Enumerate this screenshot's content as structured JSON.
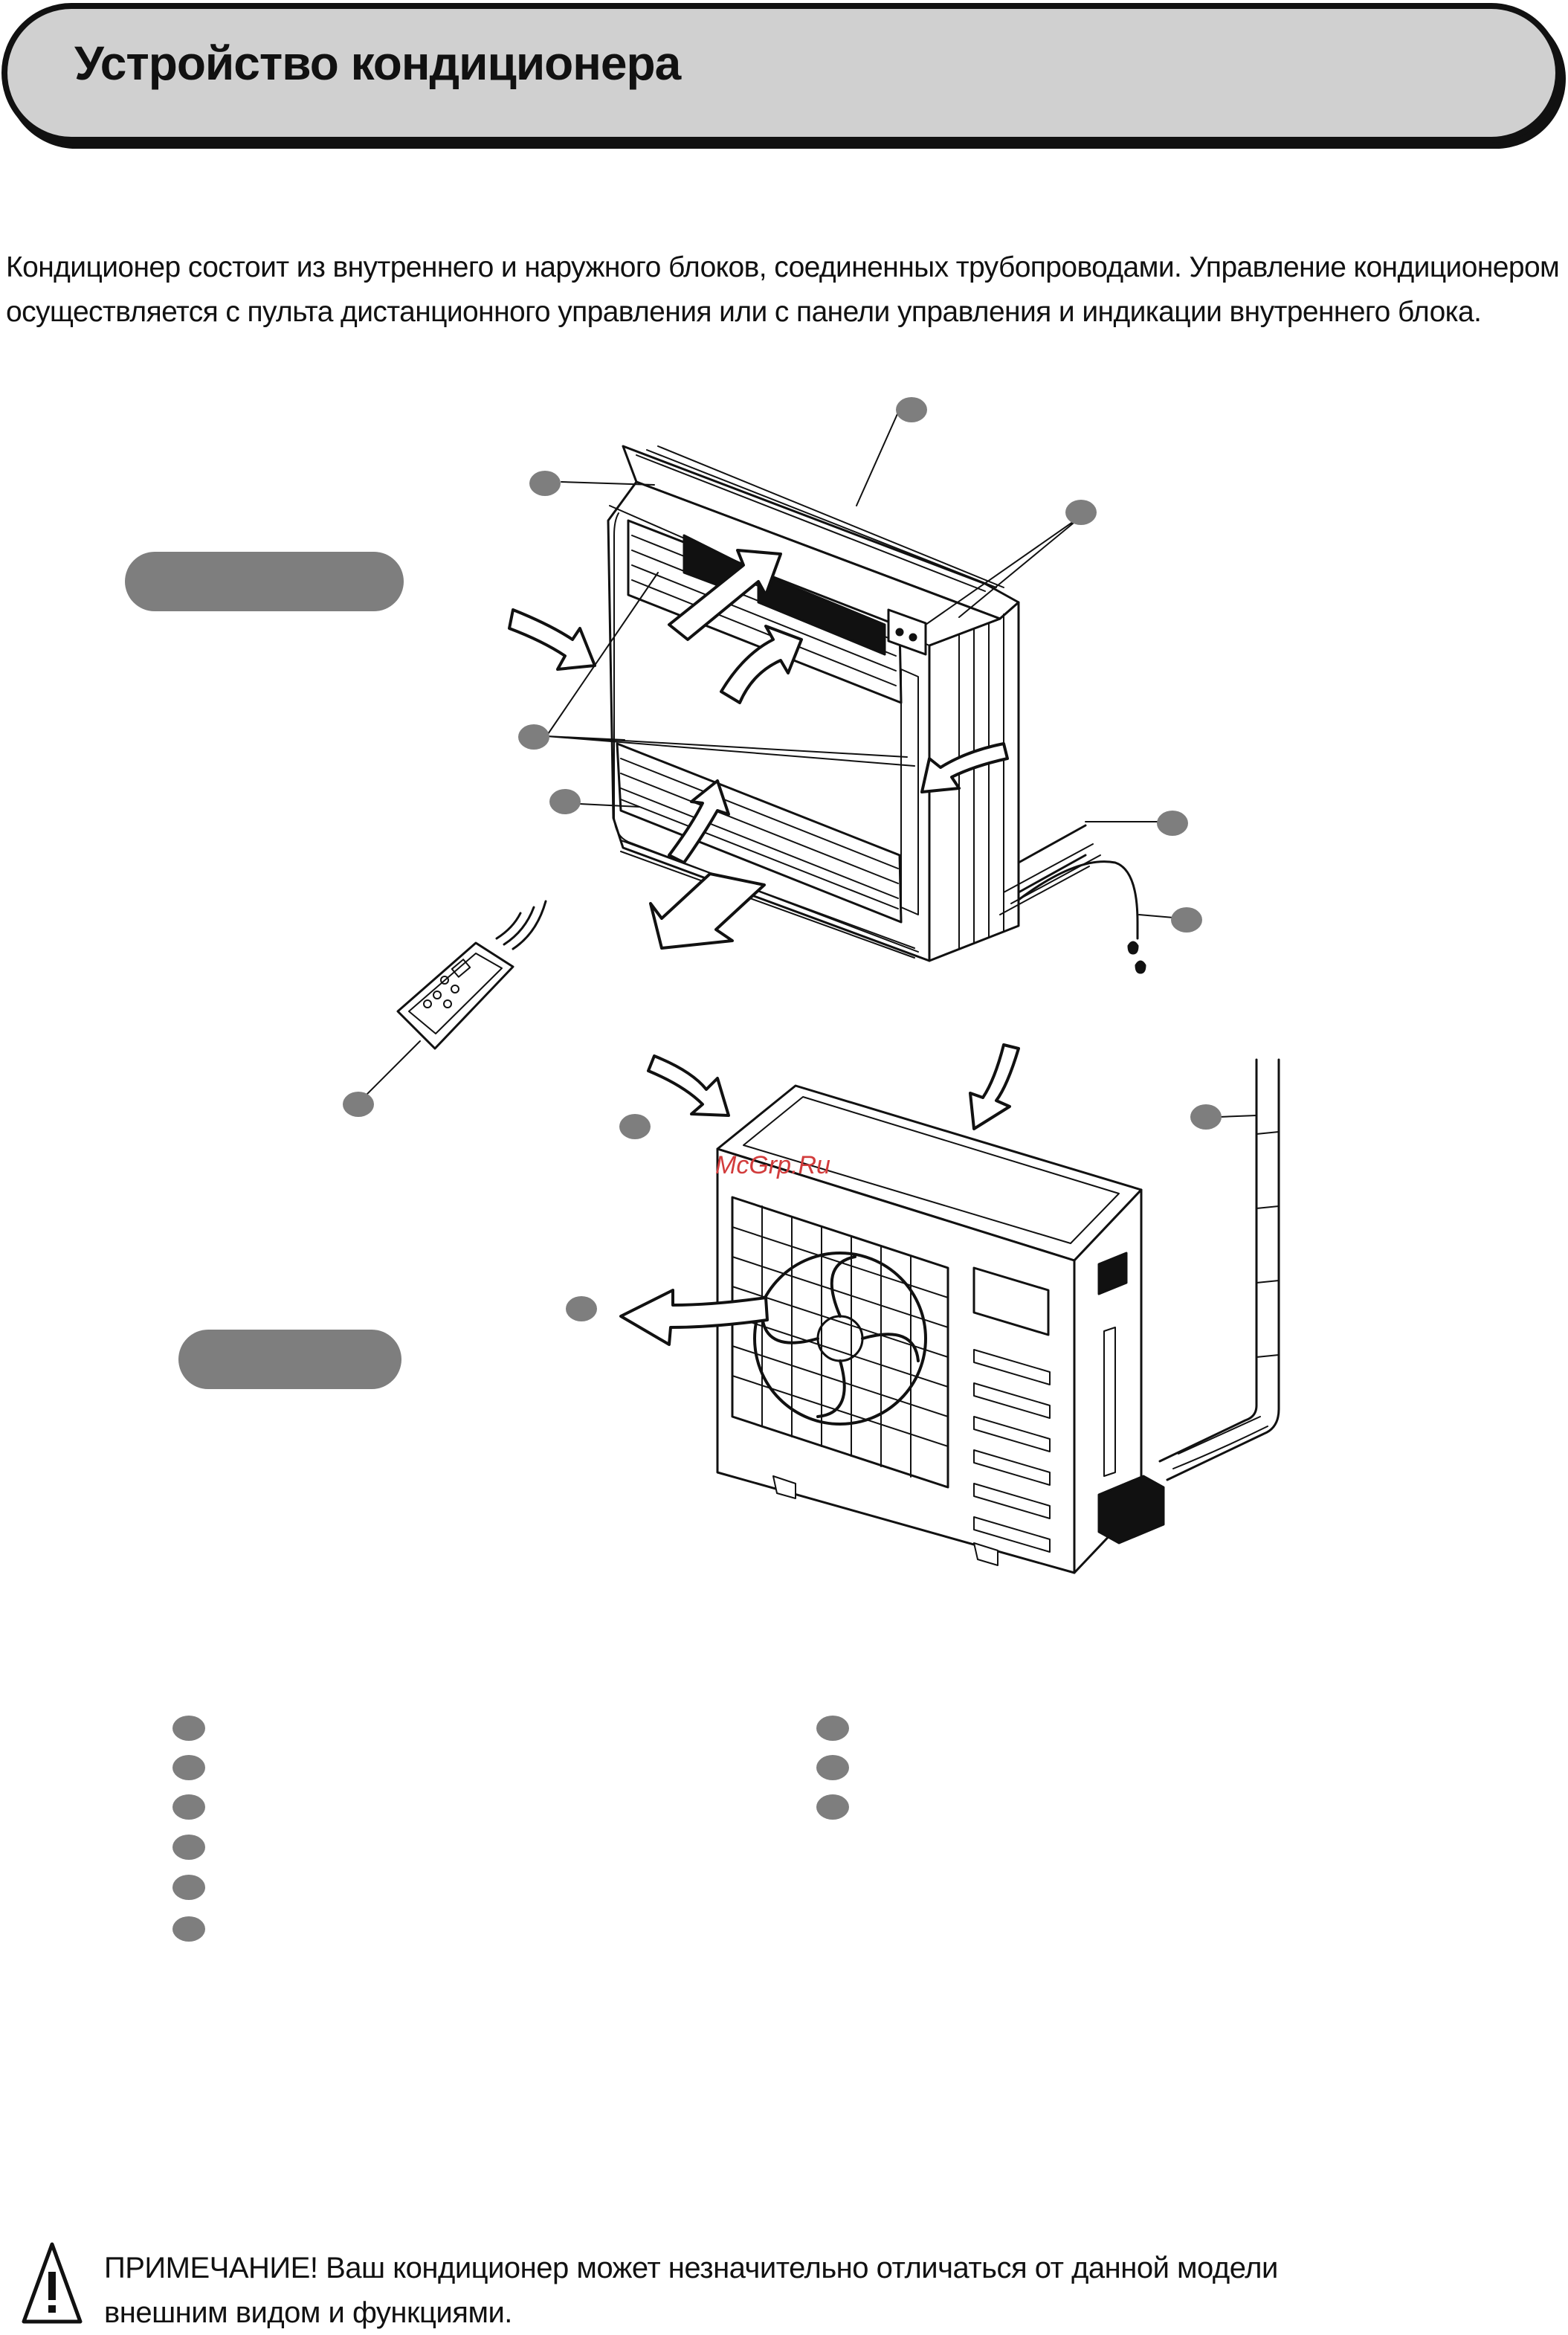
{
  "header": {
    "title": "Устройство кондиционера"
  },
  "intro": {
    "line1": "Кондиционер состоит из внутреннего и наружного блоков, соединенных трубопроводами. Управление кондиционером",
    "line2": "осуществляется с пульта дистанционного управления или с панели управления и индикации внутреннего блока."
  },
  "diagram": {
    "watermark": "McGrp.Ru"
  },
  "note": {
    "label": "ПРИМЕЧАНИЕ!",
    "line1": "Ваш кондиционер может незначительно отличаться от данной модели",
    "line2": "внешним видом и функциями."
  },
  "colors": {
    "callout": "#7e7e7e",
    "header_fill": "#d0d0d0",
    "watermark": "#d23c3c"
  },
  "icons": {
    "note": "warning-triangle-icon"
  }
}
